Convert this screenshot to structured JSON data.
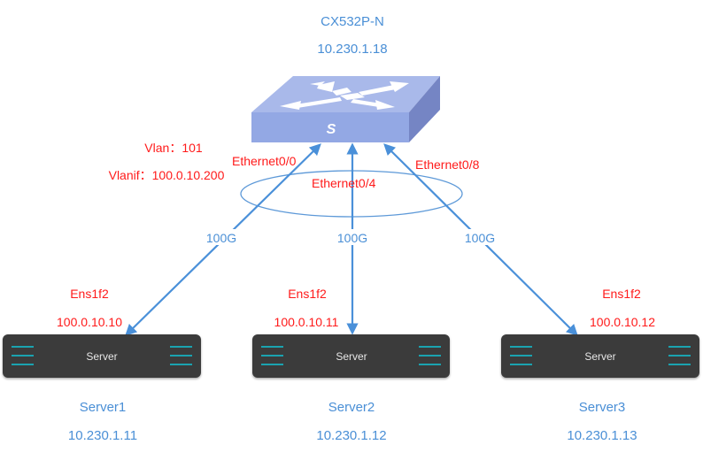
{
  "switch": {
    "name": "CX532P-N",
    "ip": "10.230.1.18",
    "logo_glyph": "S",
    "vlan_label": "Vlan：101",
    "vlanif_label": "Vlanif：100.0.10.200",
    "icon": "network-switch-icon"
  },
  "links": [
    {
      "switch_port": "Ethernet0/0",
      "speed": "100G",
      "server_iface": "Ens1f2",
      "server_ip": "100.0.10.10"
    },
    {
      "switch_port": "Ethernet0/4",
      "speed": "100G",
      "server_iface": "Ens1f2",
      "server_ip": "100.0.10.11"
    },
    {
      "switch_port": "Ethernet0/8",
      "speed": "100G",
      "server_iface": "Ens1f2",
      "server_ip": "100.0.10.12"
    }
  ],
  "servers": [
    {
      "label": "Server",
      "name": "Server1",
      "mgmt_ip": "10.230.1.11",
      "icon": "server-icon"
    },
    {
      "label": "Server",
      "name": "Server2",
      "mgmt_ip": "10.230.1.12",
      "icon": "server-icon"
    },
    {
      "label": "Server",
      "name": "Server3",
      "mgmt_ip": "10.230.1.13",
      "icon": "server-icon"
    }
  ],
  "colors": {
    "label_blue": "#4a8fd6",
    "label_red": "#ff1a1a",
    "link_blue": "#4a90d9",
    "switch_top": "#a9b9ea",
    "switch_front": "#93a8e4",
    "switch_side": "#7585c4",
    "server_body": "#3a3a3a",
    "server_stripe": "#1aa3b0"
  }
}
